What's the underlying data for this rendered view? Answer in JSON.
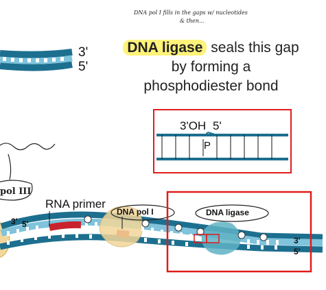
{
  "handwritten_note": {
    "line1": "DNA pol I fills in the gaps w/ nucleotides",
    "line2": "& then...",
    "partial_label": "pol III"
  },
  "top_strand": {
    "end_3": "3'",
    "end_5": "5'"
  },
  "ligase_caption": {
    "highlight": "DNA ligase",
    "rest_line1": "seals this gap",
    "line2": "by forming a",
    "line3": "phosphodiester bond"
  },
  "inset": {
    "label_3oh": "3'OH",
    "label_5": "5'",
    "label_p": "P"
  },
  "lower_strand": {
    "rna_primer_label": "RNA primer",
    "dna_pol1_label": "DNA pol I",
    "dna_ligase_label": "DNA ligase",
    "left_3": "3'",
    "left_5": "5'",
    "right_3": "3'",
    "right_5": "5'"
  },
  "colors": {
    "strand_dark": "#1d6f8f",
    "strand_light": "#7fc3dc",
    "primer_red": "#c8232c",
    "highlight_box": "#e01b1b",
    "pol1_blob": "#f3d79a",
    "ligase_blob": "#5fb3c4",
    "highlighter": "#fff37a"
  }
}
